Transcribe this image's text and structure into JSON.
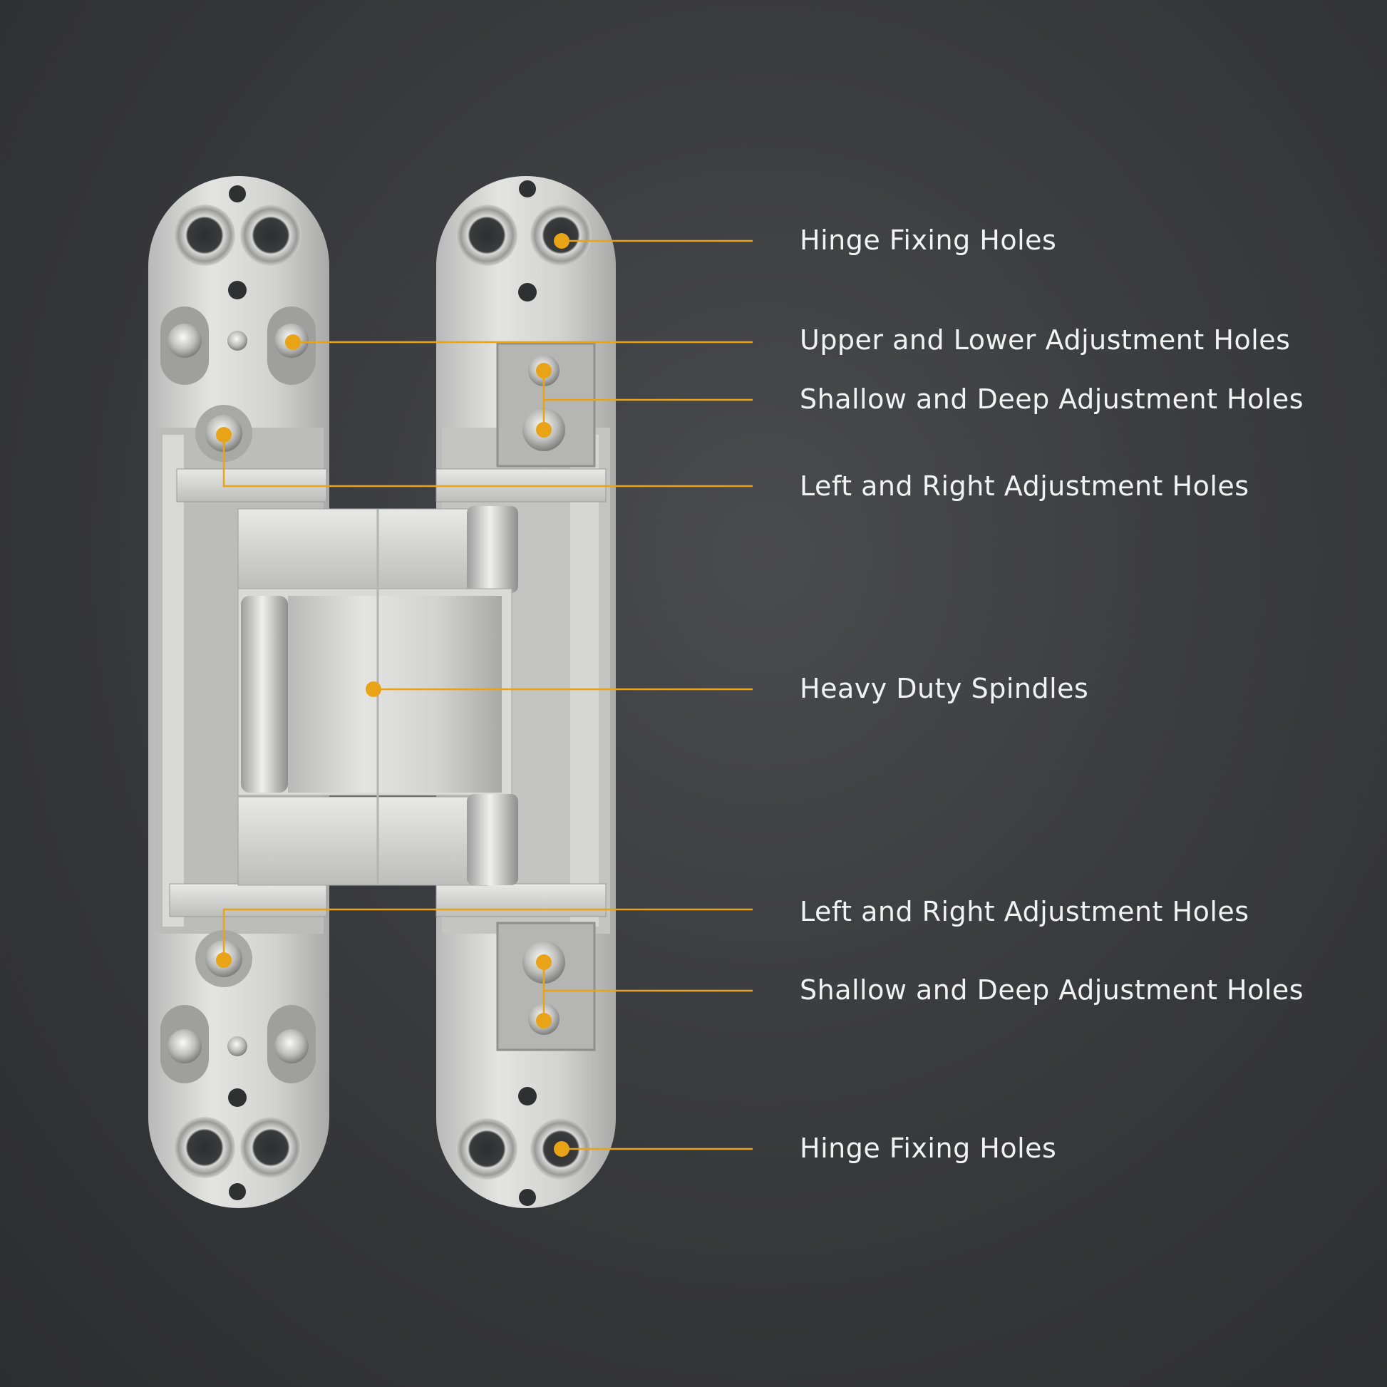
{
  "accent_color": "#e8a317",
  "callouts": [
    {
      "id": "hinge-fixing-holes-top",
      "label": "Hinge Fixing Holes"
    },
    {
      "id": "upper-lower-adjustment-holes",
      "label": "Upper and Lower Adjustment Holes"
    },
    {
      "id": "shallow-deep-adjustment-holes-top",
      "label": "Shallow and Deep Adjustment Holes"
    },
    {
      "id": "left-right-adjustment-holes-top",
      "label": "Left and Right Adjustment Holes"
    },
    {
      "id": "heavy-duty-spindles",
      "label": "Heavy Duty Spindles"
    },
    {
      "id": "left-right-adjustment-holes-bottom",
      "label": "Left and Right Adjustment Holes"
    },
    {
      "id": "shallow-deep-adjustment-holes-bottom",
      "label": "Shallow and Deep Adjustment Holes"
    },
    {
      "id": "hinge-fixing-holes-bottom",
      "label": "Hinge Fixing Holes"
    }
  ]
}
